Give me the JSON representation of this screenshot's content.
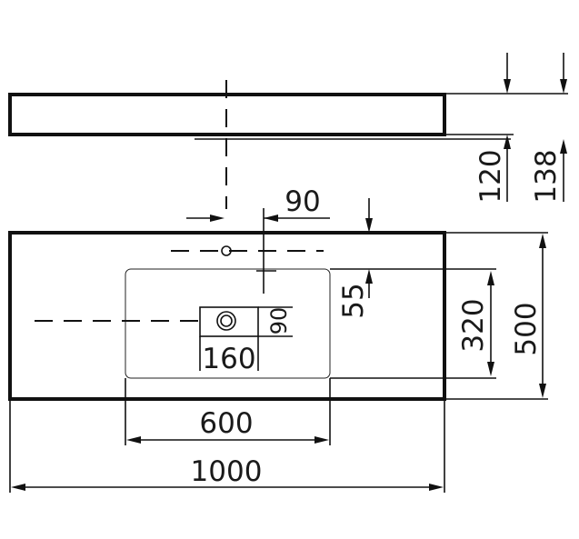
{
  "dimensions": {
    "total_width": "1000",
    "basin_width": "600",
    "total_depth": "500",
    "basin_depth": "320",
    "tap_offset_x": "90",
    "tap_offset_y": "55",
    "drain_width": "160",
    "drain_height": "90",
    "slab_thickness": "120",
    "overall_height": "138"
  }
}
